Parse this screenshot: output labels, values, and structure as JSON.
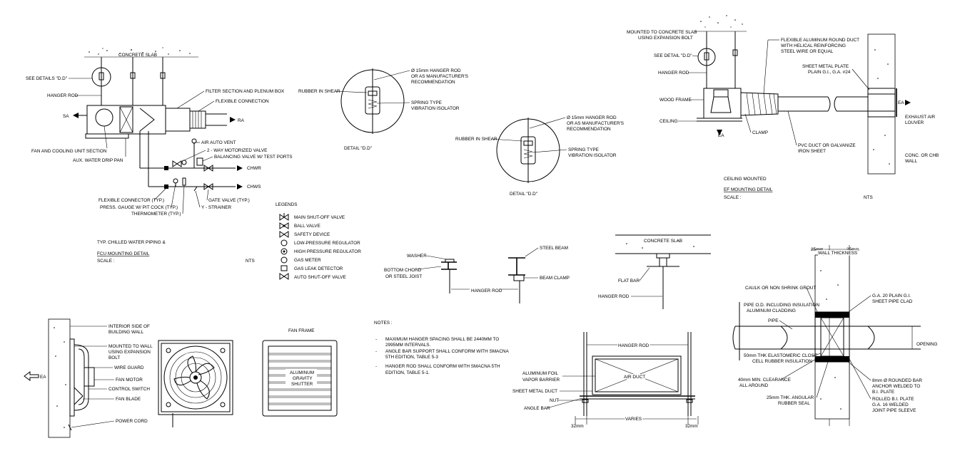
{
  "fcu": {
    "concrete_slab": "CONCRETE SLAB",
    "see_details": "SEE DETAILS \"D.D\"",
    "hanger_rod": "HANGER ROD",
    "sa": "SA",
    "ra": "RA",
    "filter_section": "FILTER SECTION AND PLENUM BOX",
    "flexible_connection": "FLEXIBLE CONNECTION",
    "fan_cooling": "FAN AND COOLING UNIT SECTION",
    "drip_pan": "AUX. WATER DRIP PAN",
    "air_vent": "AIR AUTO VENT",
    "motorized_valve": "2 - WAY MOTORIZED VALVE",
    "balancing_valve": "BALANCING VALVE W/ TEST PORTS",
    "chwr": "CHWR",
    "chws": "CHWS",
    "flex_connector": "FLEXIBLE CONNECTOR (TYP.)",
    "gate_valve": "GATE VALVE (TYP.)",
    "press_gauge": "PRESS. GAUGE W/ PIT COCK (TYP.)",
    "y_strainer": "Y - STRAINER",
    "thermometer": "THERMOMETER (TYP.)",
    "typ_piping": "TYP. CHILLED WATER PIPING &",
    "title": "FCU MOUNTING DETAIL",
    "scale": "SCALE :",
    "nts": "NTS"
  },
  "legend": {
    "heading": "LEGENDS",
    "items": [
      "MAIN SHUT-OFF VALVE",
      "BALL VALVE",
      "SAFETY DEVICE",
      "LOW-PRESSURE REGULATOR",
      "HIGH PRESSURE REGULATOR",
      "GAS METER",
      "GAS LEAK DETECTOR",
      "AUTO SHUT-OFF VALVE"
    ]
  },
  "detail_dd_1": {
    "rod": "Ø 15mm HANGER ROD",
    "rod2": "OR AS MANUFACTURER'S",
    "rod3": "RECOMMENDATION",
    "rubber": "RUBBER IN SHEAR",
    "spring": "SPRING TYPE",
    "spring2": "VIBRATION ISOLATOR",
    "title": "DETAIL \"D.D\""
  },
  "detail_dd_2": {
    "rod": "Ø 15mm HANGER ROD",
    "rod2": "OR AS MANUFACTURER'S",
    "rod3": "RECOMMENDATION",
    "rubber": "RUBBER IN SHEAR",
    "spring": "SPRING TYPE",
    "spring2": "VIBRATION ISOLATOR",
    "title": "DETAIL \"D.D\""
  },
  "ef": {
    "mounted1": "MOUNTED TO CONCRETE SLAB",
    "mounted2": "USING EXPANSION BOLT",
    "see_detail": "SEE DETAIL \"D.D\"",
    "hanger_rod": "HANGER ROD",
    "wood_frame": "WOOD FRAME",
    "ceiling": "CEILING",
    "ea": "EA",
    "flex1": "FLEXIBLE ALUMINUM ROUND DUCT",
    "flex2": "WITH HELICAL REINFORCING",
    "flex3": "STEEL WIRE OR EQUAL",
    "plate1": "SHEET METAL PLATE",
    "plate2": "PLAIN G.I., G.A. #24",
    "clamp": "CLAMP",
    "pvc1": "PVC DUCT OR GALVANIZE",
    "pvc2": "IRON SHEET",
    "louver1": "EXHAUST AIR",
    "louver2": "LOUVER",
    "wall1": "CONC. OR CHB",
    "wall2": "WALL",
    "ea2": "EA",
    "ceiling_mounted": "CEILING MOUNTED",
    "title": "EF MOUNTING DETAIL",
    "scale": "SCALE :",
    "nts": "NTS"
  },
  "beam": {
    "washer": "WASHER",
    "steel_beam": "STEEL BEAM",
    "bottom1": "BOTTOM CHORD",
    "bottom2": "OR STEEL JOIST",
    "beam_clamp": "BEAM CLAMP",
    "hanger_rod": "HANGER ROD"
  },
  "slab_hanger": {
    "slab": "CONCRETE SLAB",
    "flat_bar": "FLAT BAR",
    "hanger_rod": "HANGER ROD"
  },
  "notes": {
    "heading": "NOTES :",
    "lines": [
      "MAXIMUM HANGER SPACING SHALL BE 2440MM TO",
      "2995MM INTERVALS.",
      "ANGLE BAR SUPPORT SHALL CONFORM WITH SMACNA",
      "5TH EDITION, TABLE 5-3",
      "HANGER ROD SHALL CONFORM WITH SMACNA 5TH",
      "EDITION, TABLE 5-1."
    ]
  },
  "duct": {
    "hanger_rod": "HANGER ROD",
    "air_duct": "AIR DUCT",
    "foil1": "ALUMINUM FOIL",
    "foil2": "VAPOR BARRIER",
    "sheet": "SHEET METAL DUCT",
    "nut": "NUT",
    "angle": "ANGLE BAR",
    "varies": "VARIES",
    "d1": "32mm",
    "d2": "32mm"
  },
  "fan": {
    "interior1": "INTERIOR SIDE OF",
    "interior2": "BUILDING WALL",
    "mounted1": "MOUNTED TO WALL",
    "mounted2": "USING EXPANSION",
    "mounted3": "BOLT",
    "wire_guard": "WIRE GUARD",
    "fan_motor": "FAN MOTOR",
    "control": "CONTROL SWITCH",
    "blade": "FAN BLADE",
    "power": "POWER CORD",
    "ea": "EA",
    "frame": "FAN FRAME",
    "shutter1": "ALUMINUM",
    "shutter2": "GRAVITY",
    "shutter3": "SHUTTER"
  },
  "sleeve": {
    "d25a": "25mm",
    "d25b": "25mm",
    "wall_thick": "WALL THICKNESS",
    "caulk": "CAULK OR NON SHRINK GROUT",
    "pipe_od1": "PIPE O.D. INCLUDING INSULATION",
    "pipe_od2": "ALUMINUM CLADDING",
    "pipe": "PIPE",
    "clad1": "G.A. 20 PLAIN G.I.",
    "clad2": "SHEET PIPE CLAD",
    "opening": "OPENING",
    "elast1": "50mm THK ELASTOMERIC CLOSE",
    "elast2": "CELL RUBBER INSULATION",
    "clear1": "40mm MIN. CLEARANCE",
    "clear2": "ALL AROUND",
    "bar1": "8mm Ø ROUNDED BAR",
    "bar2": "ANCHOR WELDED TO",
    "bar3": "B.I. PLATE",
    "angular1": "25mm THK. ANGULAR",
    "angular2": "RUBBER SEAL",
    "rolled1": "ROLLED B.I. PLATE",
    "rolled2": "G.A. 16 WELDED",
    "rolled3": "JOINT PIPE SLEEVE"
  }
}
